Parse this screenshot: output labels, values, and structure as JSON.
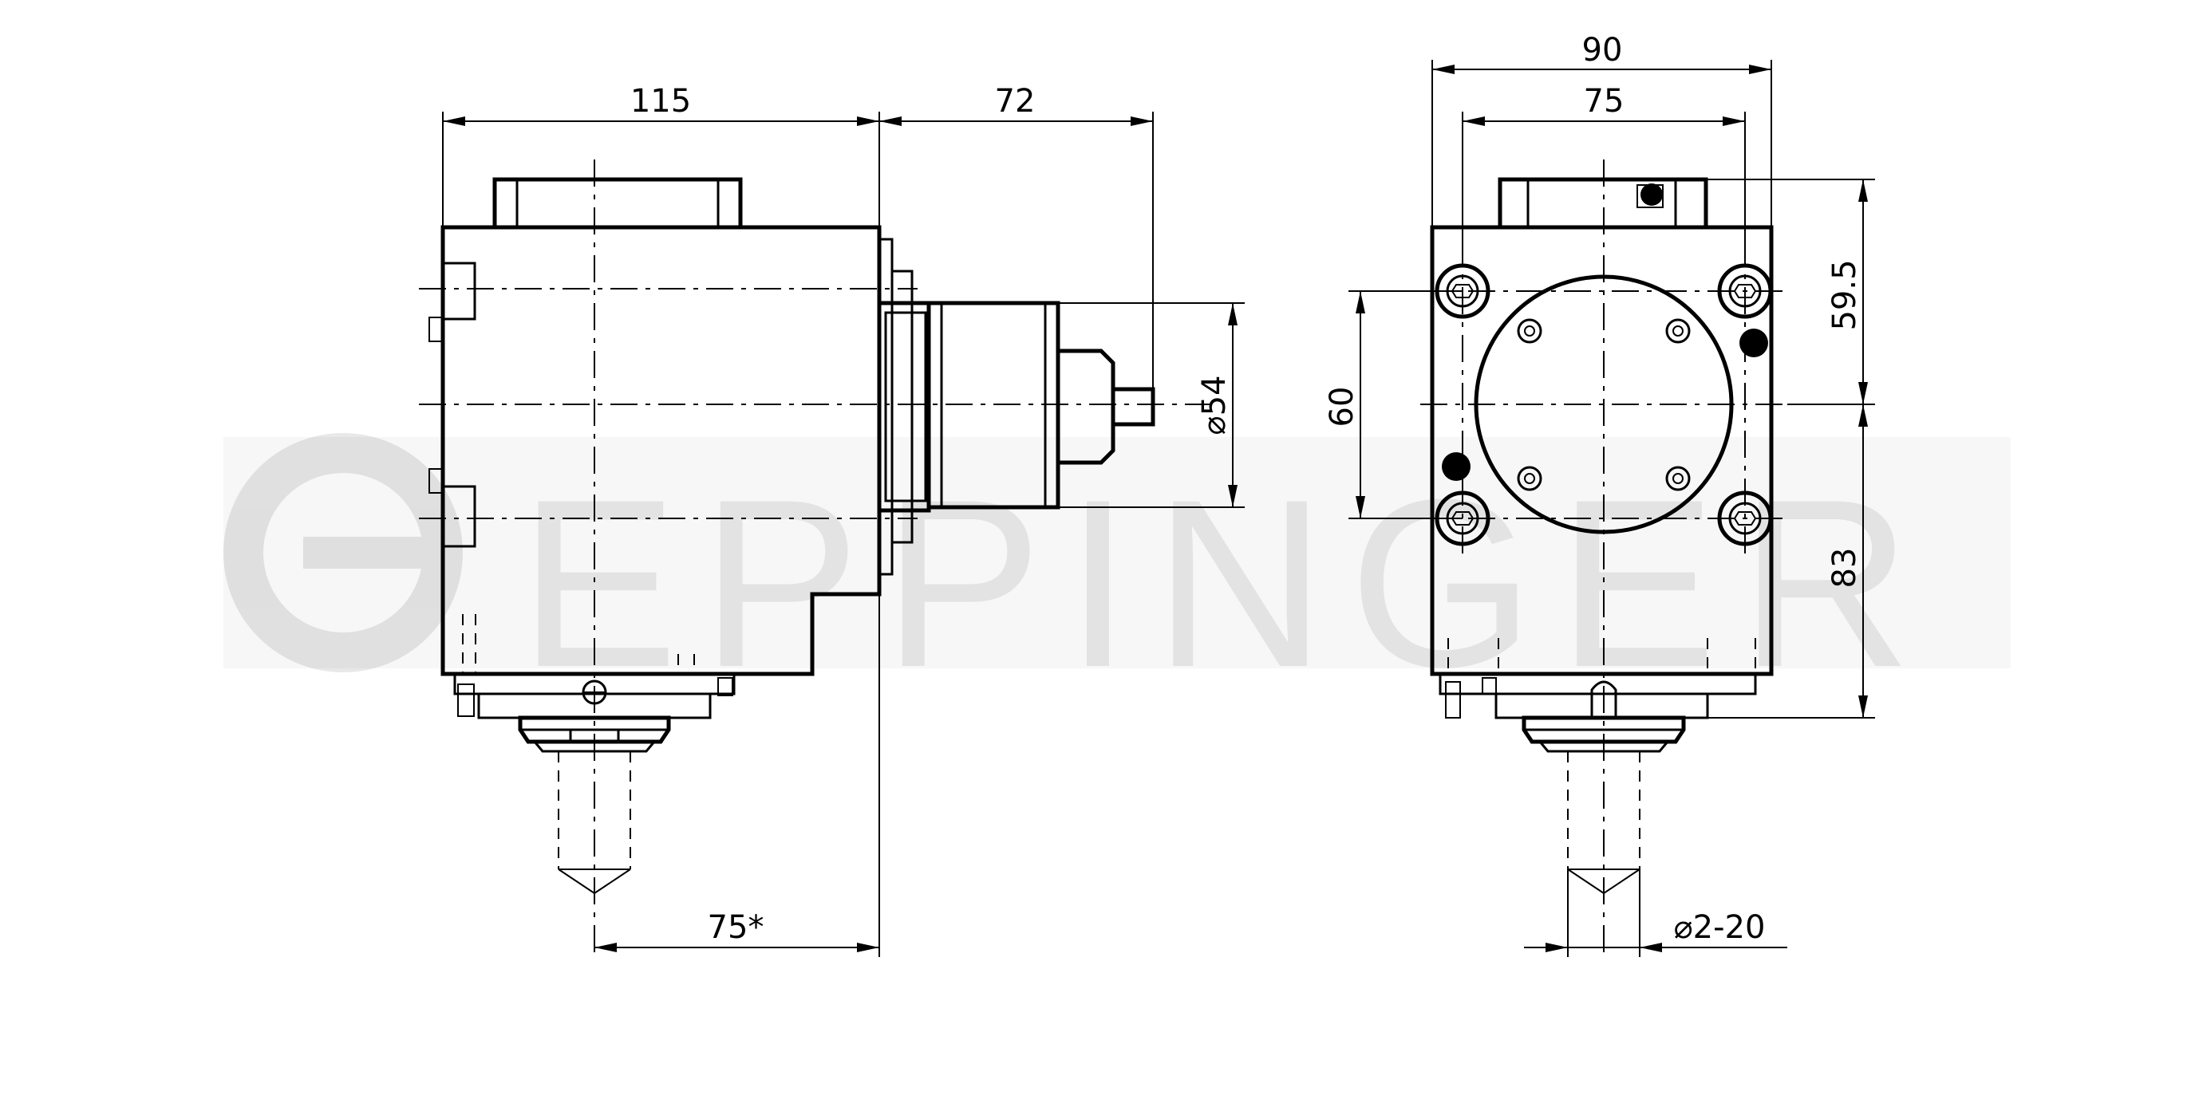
{
  "watermark": {
    "brand": "EPPINGER",
    "color": "#ececec"
  },
  "side_view": {
    "dim_width": "115",
    "dim_spindle": "72",
    "dim_diameter": "⌀54",
    "dim_center": "75*"
  },
  "front_view": {
    "dim_overall_width": "90",
    "dim_bolt_spacing": "75",
    "dim_bolt_vertical": "60",
    "dim_top": "59.5",
    "dim_bottom": "83",
    "dim_collet": "⌀2-20"
  }
}
